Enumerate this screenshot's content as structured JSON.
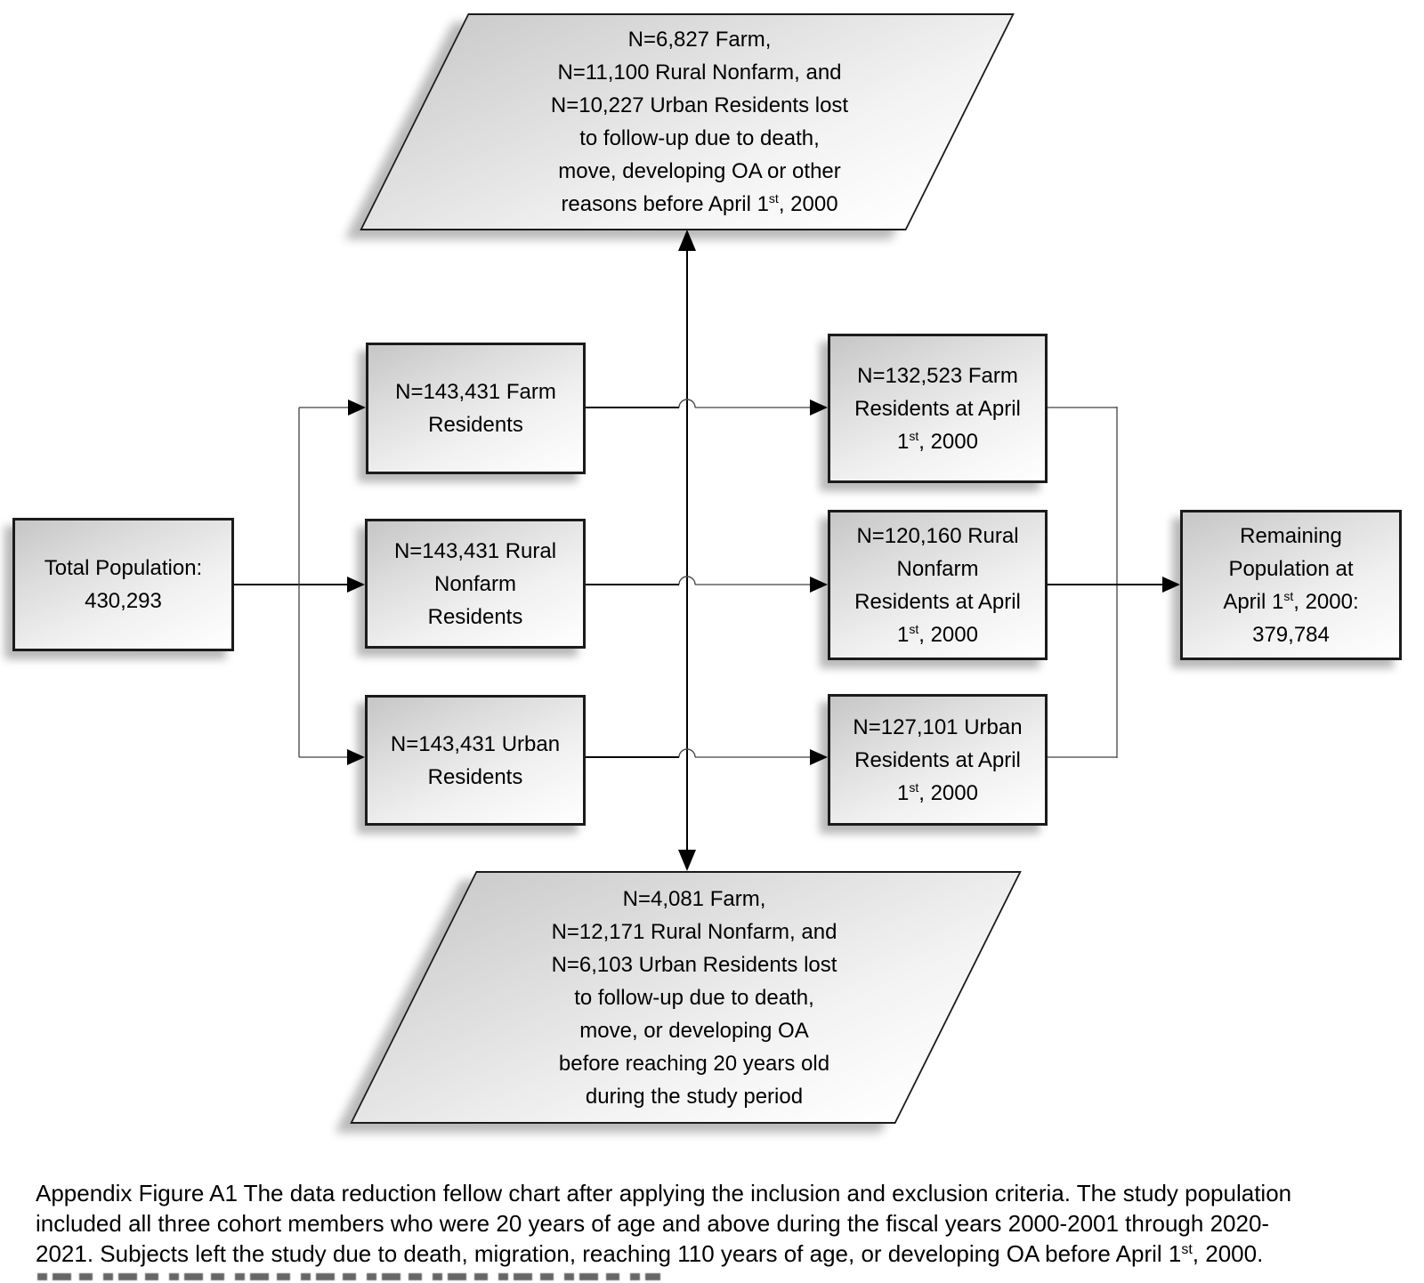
{
  "figure": {
    "top_exclusion": {
      "lines": [
        "N=6,827 Farm,",
        "N=11,100 Rural Nonfarm, and",
        "N=10,227 Urban Residents lost",
        "to follow-up due to death,",
        "move, developing OA or other"
      ],
      "date_pre": "reasons before April 1",
      "date_sup": "st",
      "date_post": ", 2000"
    },
    "total_population": {
      "line1": "Total Population:",
      "line2": "430,293"
    },
    "cohorts": [
      {
        "line1": "N=143,431 Farm",
        "line2": "Residents"
      },
      {
        "line1": "N=143,431 Rural",
        "line2": "Nonfarm",
        "line3": "Residents"
      },
      {
        "line1": "N=143,431 Urban",
        "line2": "Residents"
      }
    ],
    "at_april_2000": [
      {
        "line1": "N=132,523 Farm",
        "line2": "Residents at April",
        "date_pre": "1",
        "date_sup": "st",
        "date_post": ", 2000"
      },
      {
        "line1": "N=120,160 Rural",
        "line2": "Nonfarm",
        "line3": "Residents at April",
        "date_pre": "1",
        "date_sup": "st",
        "date_post": ", 2000"
      },
      {
        "line1": "N=127,101 Urban",
        "line2": "Residents at April",
        "date_pre": "1",
        "date_sup": "st",
        "date_post": ", 2000"
      }
    ],
    "remaining_population": {
      "line1": "Remaining",
      "line2": "Population at",
      "date_pre": "April 1",
      "date_sup": "st",
      "date_post": ", 2000:",
      "line4": "379,784"
    },
    "bottom_exclusion": {
      "lines": [
        "N=4,081 Farm,",
        "N=12,171 Rural Nonfarm, and",
        "N=6,103 Urban Residents lost",
        "to follow-up due to death,",
        "move, or developing OA",
        "before reaching 20 years old",
        "during the study period"
      ]
    },
    "caption": {
      "line1": "Appendix Figure A1 The data reduction fellow chart after applying the inclusion and exclusion criteria. The study population",
      "line2": "included all three cohort members who were 20 years of age and above during the fiscal years 2000-2001 through 2020-",
      "line3_pre": "2021. Subjects left the study due to death, migration, reaching 110 years of age, or developing OA before April 1",
      "line3_sup": "st",
      "line3_post": ", 2000."
    },
    "colors": {
      "line": "#000000",
      "thin_line": "#424242",
      "border": "#1b1b1b",
      "fill_top": "#c6c6c6",
      "fill_bottom": "#ffffff"
    }
  }
}
